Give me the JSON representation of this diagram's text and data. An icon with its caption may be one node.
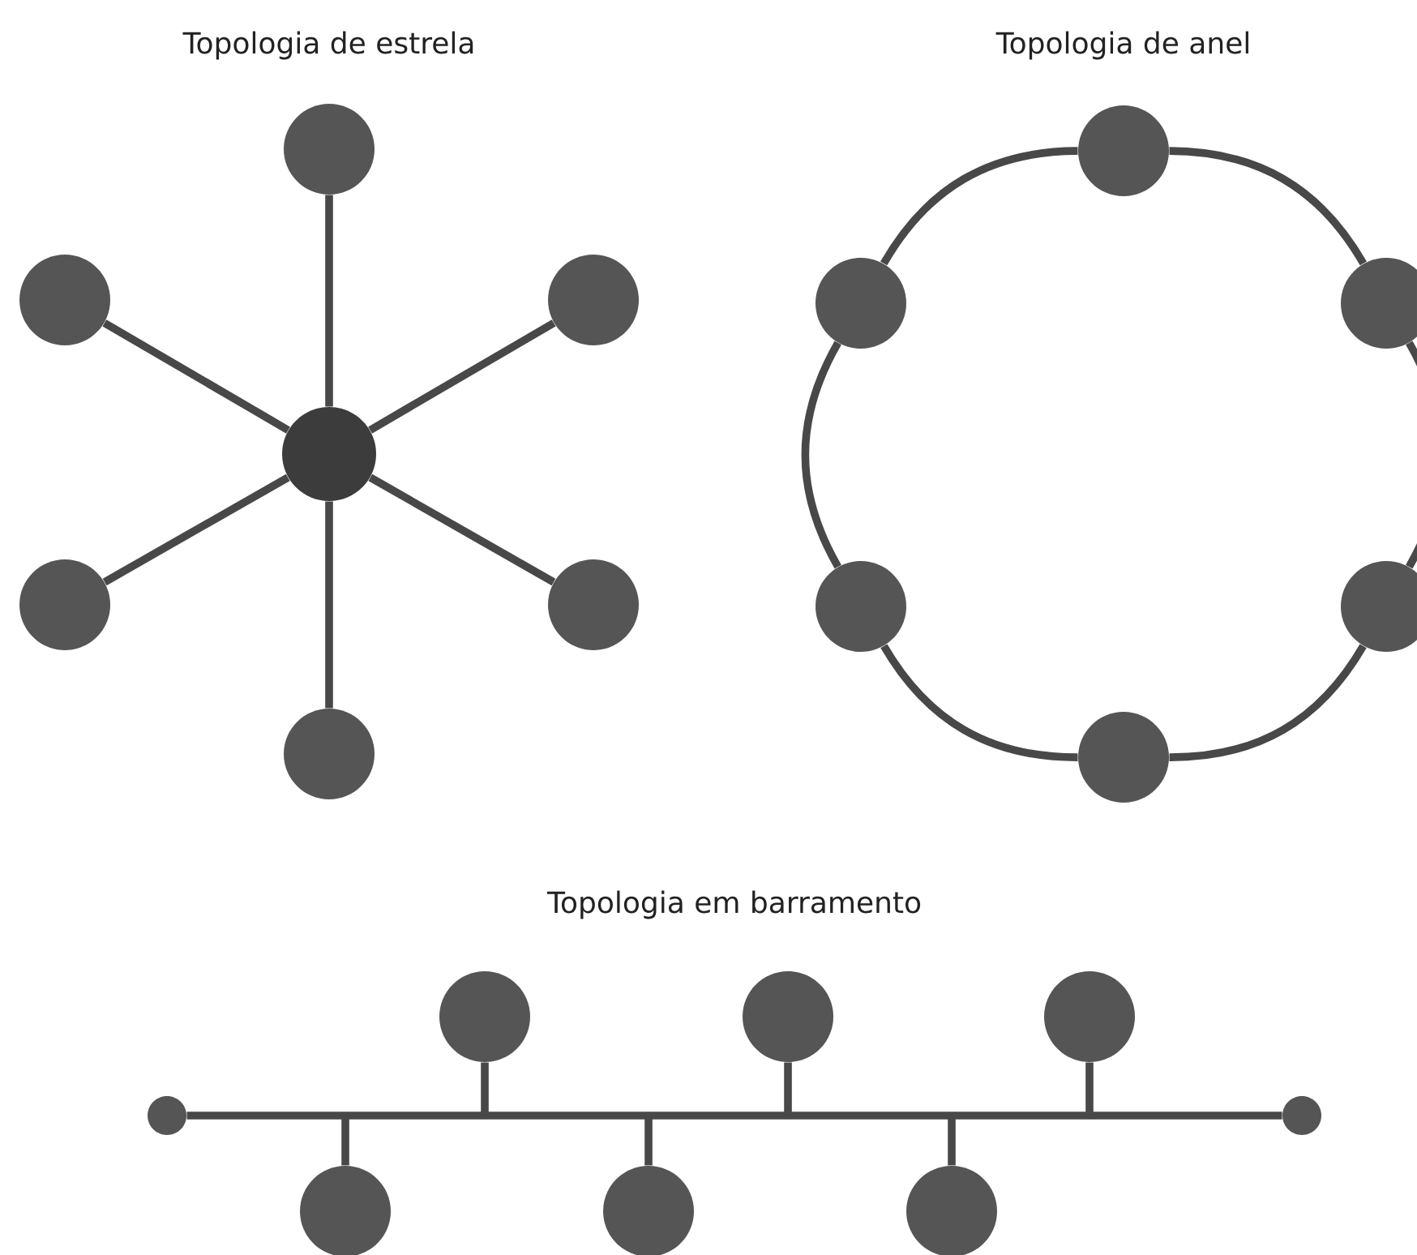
{
  "diagram": {
    "nodes": [
      {
        "text": [],
        "shape": "circle"
      },
      {
        "text": [],
        "shape": "circle"
      },
      {
        "text": [],
        "shape": "circle"
      },
      {
        "text": [],
        "shape": "circle"
      },
      {
        "text": [],
        "shape": "circle"
      },
      {
        "text": [],
        "shape": "circle"
      },
      {
        "text": [],
        "shape": "circle"
      },
      {
        "text": [],
        "shape": "circle"
      },
      {
        "text": [],
        "shape": "circle"
      },
      {
        "text": [],
        "shape": "circle"
      },
      {
        "text": [],
        "shape": "circle"
      },
      {
        "text": [],
        "shape": "circle"
      },
      {
        "text": [],
        "shape": "circle"
      },
      {
        "text": [],
        "shape": "circle"
      },
      {
        "text": [],
        "shape": "circle"
      },
      {
        "text": [],
        "shape": "circle"
      },
      {
        "text": [],
        "shape": "circle"
      },
      {
        "text": [],
        "shape": "circle"
      },
      {
        "text": [],
        "shape": "circle"
      },
      {
        "text": [],
        "shape": "circle"
      },
      {
        "text": [],
        "shape": "circle"
      }
    ],
    "edges": [
      {
        "from": 3,
        "to": 0,
        "arrow": "none"
      },
      {
        "from": 3,
        "to": 1,
        "arrow": "none"
      },
      {
        "from": 3,
        "to": 2,
        "arrow": "none"
      },
      {
        "from": 3,
        "to": 4,
        "arrow": "none"
      },
      {
        "from": 3,
        "to": 5,
        "arrow": "none"
      },
      {
        "from": 3,
        "to": 6,
        "arrow": "none"
      },
      {
        "from": 7,
        "to": 9,
        "arrow": "none"
      },
      {
        "from": 9,
        "to": 11,
        "arrow": "none"
      },
      {
        "from": 11,
        "to": 12,
        "arrow": "none"
      },
      {
        "from": 12,
        "to": 10,
        "arrow": "none"
      },
      {
        "from": 10,
        "to": 8,
        "arrow": "none"
      },
      {
        "from": 8,
        "to": 7,
        "arrow": "none"
      },
      {
        "from": 16,
        "to": 17,
        "arrow": "none"
      },
      {
        "from": 13,
        "to": null,
        "arrow": "none"
      },
      {
        "from": 14,
        "to": null,
        "arrow": "none"
      },
      {
        "from": 15,
        "to": null,
        "arrow": "none"
      },
      {
        "from": 18,
        "to": null,
        "arrow": "none"
      },
      {
        "from": 19,
        "to": null,
        "arrow": "none"
      },
      {
        "from": 20,
        "to": null,
        "arrow": "none"
      }
    ],
    "labels": [
      "Topologia de estrela",
      "Topologia de anel",
      "Topologia em barramento"
    ]
  }
}
